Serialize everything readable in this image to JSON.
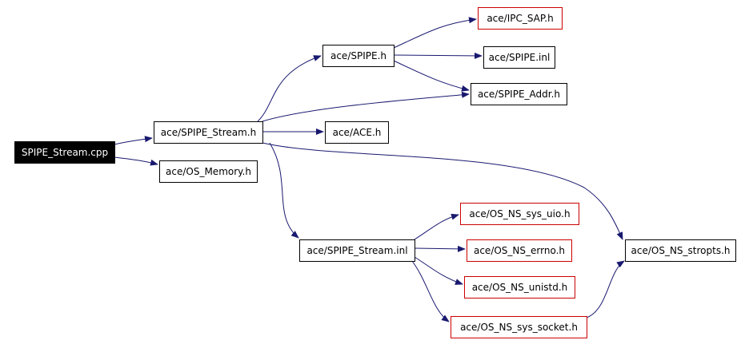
{
  "diagram": {
    "colors": {
      "edge": "#191970",
      "node_border": "#000000",
      "external_border": "#cc0000",
      "root_fill": "#000000",
      "root_text": "#ffffff",
      "node_fill": "#ffffff",
      "node_text": "#000000"
    },
    "nodes": [
      {
        "id": "spipe_stream_cpp",
        "label": "SPIPE_Stream.cpp",
        "style": "root"
      },
      {
        "id": "spipe_stream_h",
        "label": "ace/SPIPE_Stream.h",
        "style": "normal"
      },
      {
        "id": "os_memory_h",
        "label": "ace/OS_Memory.h",
        "style": "normal"
      },
      {
        "id": "spipe_h",
        "label": "ace/SPIPE.h",
        "style": "normal"
      },
      {
        "id": "ace_h",
        "label": "ace/ACE.h",
        "style": "normal"
      },
      {
        "id": "spipe_stream_inl",
        "label": "ace/SPIPE_Stream.inl",
        "style": "normal"
      },
      {
        "id": "ipc_sap_h",
        "label": "ace/IPC_SAP.h",
        "style": "external"
      },
      {
        "id": "spipe_inl",
        "label": "ace/SPIPE.inl",
        "style": "normal"
      },
      {
        "id": "spipe_addr_h",
        "label": "ace/SPIPE_Addr.h",
        "style": "normal"
      },
      {
        "id": "os_ns_sys_uio_h",
        "label": "ace/OS_NS_sys_uio.h",
        "style": "external"
      },
      {
        "id": "os_ns_errno_h",
        "label": "ace/OS_NS_errno.h",
        "style": "external"
      },
      {
        "id": "os_ns_unistd_h",
        "label": "ace/OS_NS_unistd.h",
        "style": "external"
      },
      {
        "id": "os_ns_sys_socket_h",
        "label": "ace/OS_NS_sys_socket.h",
        "style": "external"
      },
      {
        "id": "os_ns_stropts_h",
        "label": "ace/OS_NS_stropts.h",
        "style": "normal"
      }
    ],
    "edges": [
      {
        "from": "spipe_stream_cpp",
        "to": "spipe_stream_h"
      },
      {
        "from": "spipe_stream_cpp",
        "to": "os_memory_h"
      },
      {
        "from": "spipe_stream_h",
        "to": "spipe_h"
      },
      {
        "from": "spipe_stream_h",
        "to": "spipe_addr_h"
      },
      {
        "from": "spipe_stream_h",
        "to": "ace_h"
      },
      {
        "from": "spipe_stream_h",
        "to": "os_ns_stropts_h"
      },
      {
        "from": "spipe_stream_h",
        "to": "spipe_stream_inl"
      },
      {
        "from": "spipe_h",
        "to": "ipc_sap_h"
      },
      {
        "from": "spipe_h",
        "to": "spipe_inl"
      },
      {
        "from": "spipe_h",
        "to": "spipe_addr_h"
      },
      {
        "from": "spipe_stream_inl",
        "to": "os_ns_sys_uio_h"
      },
      {
        "from": "spipe_stream_inl",
        "to": "os_ns_errno_h"
      },
      {
        "from": "spipe_stream_inl",
        "to": "os_ns_unistd_h"
      },
      {
        "from": "spipe_stream_inl",
        "to": "os_ns_sys_socket_h"
      },
      {
        "from": "os_ns_sys_socket_h",
        "to": "os_ns_stropts_h"
      }
    ]
  }
}
